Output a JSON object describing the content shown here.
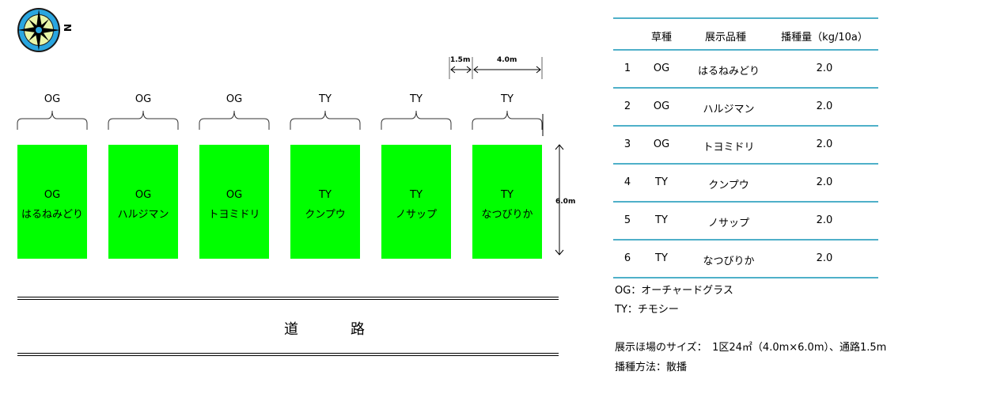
{
  "compass": {
    "label": "N"
  },
  "dimensions": {
    "path_width": "1.5m",
    "plot_width": "4.0m",
    "plot_length": "6.0m"
  },
  "plots": [
    {
      "group": "OG",
      "name": "はるねみどり"
    },
    {
      "group": "OG",
      "name": "ハルジマン"
    },
    {
      "group": "OG",
      "name": "トヨミドリ"
    },
    {
      "group": "TY",
      "name": "クンプウ"
    },
    {
      "group": "TY",
      "name": "ノサップ"
    },
    {
      "group": "TY",
      "name": "なつびりか"
    }
  ],
  "road": {
    "char1": "道",
    "char2": "路"
  },
  "table": {
    "headers": [
      "",
      "草種",
      "展示品種",
      "播種量（kg/10a）"
    ],
    "rows": [
      [
        "1",
        "OG",
        "はるねみどり",
        "2.0"
      ],
      [
        "2",
        "OG",
        "ハルジマン",
        "2.0"
      ],
      [
        "3",
        "OG",
        "トヨミドリ",
        "2.0"
      ],
      [
        "4",
        "TY",
        "クンプウ",
        "2.0"
      ],
      [
        "5",
        "TY",
        "ノサップ",
        "2.0"
      ],
      [
        "6",
        "TY",
        "なつびりか",
        "2.0"
      ]
    ]
  },
  "notes": {
    "og": "OG：オーチャードグラス",
    "ty": "TY：チモシー",
    "size": "展示ほ場のサイズ：　1区24㎡（4.0m×6.0m）、通路1.5m",
    "method": "播種方法：散播"
  },
  "colors": {
    "plot": "#00ff00",
    "table_line": "#4fb0c9"
  }
}
